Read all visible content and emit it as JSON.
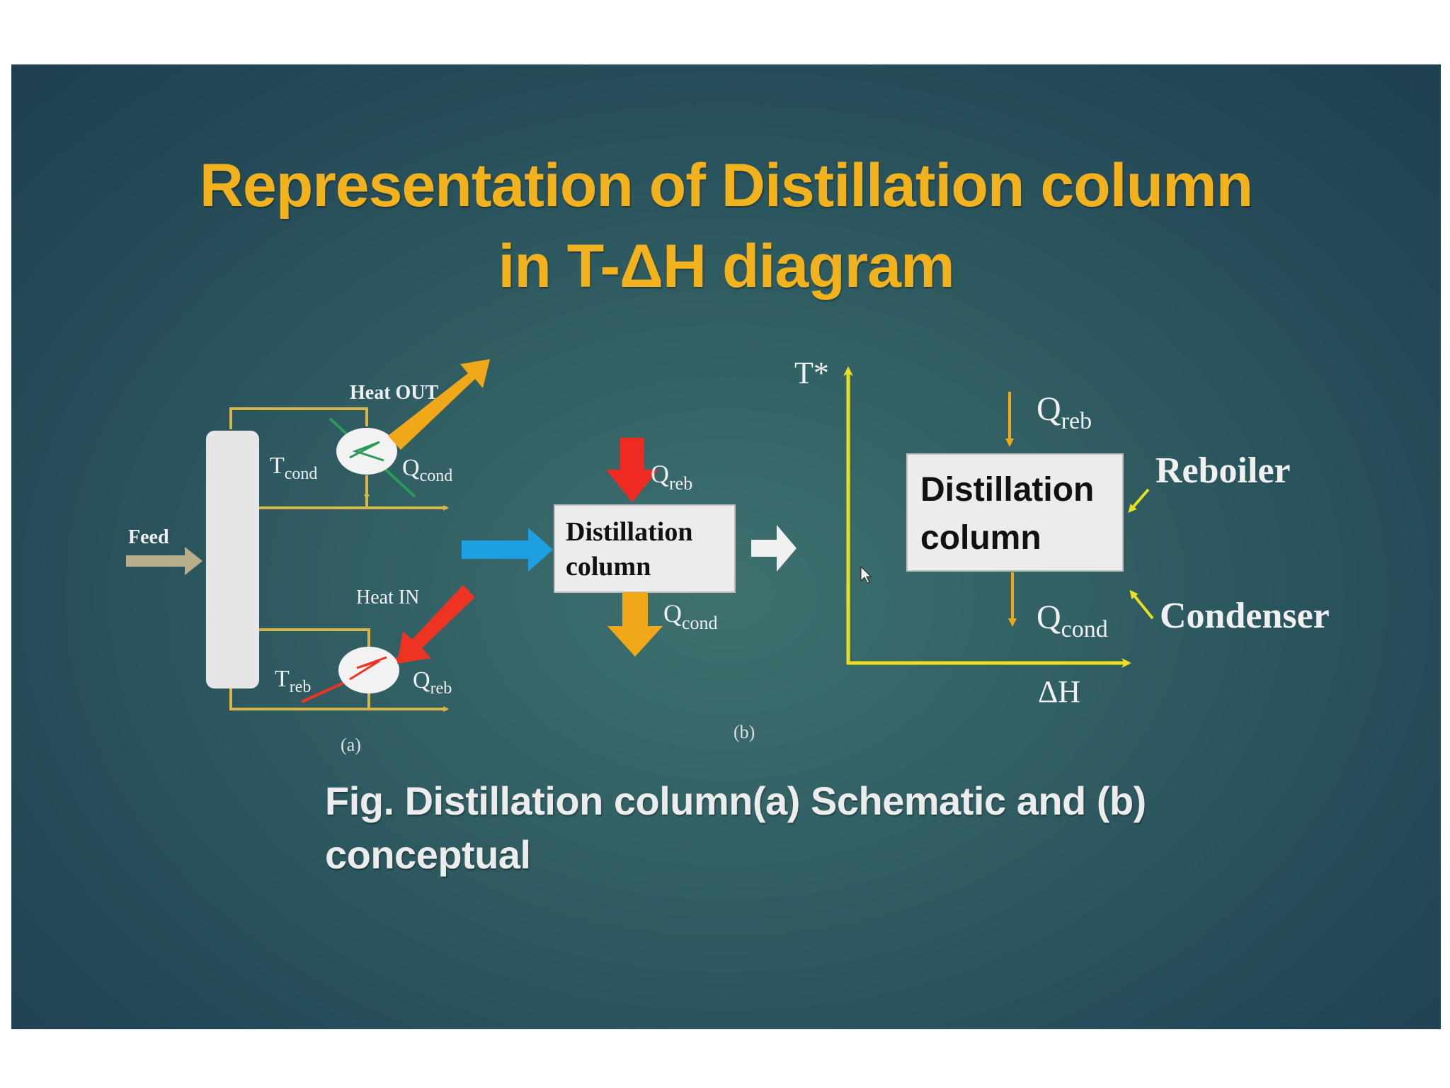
{
  "title": {
    "line1": "Representation of Distillation column",
    "line2": "in T-ΔH diagram"
  },
  "caption": "Fig.  Distillation column(a) Schematic  and (b)\nconceptual",
  "schematic": {
    "heat_out": "Heat OUT",
    "heat_in": "Heat IN",
    "feed": "Feed",
    "t_cond": {
      "main": "T",
      "sub": "cond"
    },
    "q_cond": {
      "main": "Q",
      "sub": "cond"
    },
    "t_reb": {
      "main": "T",
      "sub": "reb"
    },
    "q_reb": {
      "main": "Q",
      "sub": "reb"
    },
    "label": "(a)"
  },
  "conceptual": {
    "box_line1": "Distillation",
    "box_line2": "column",
    "q_reb": {
      "main": "Q",
      "sub": "reb"
    },
    "q_cond": {
      "main": "Q",
      "sub": "cond"
    },
    "label": "(b)"
  },
  "t_dh_diagram": {
    "y_axis": "T*",
    "x_axis": "ΔH",
    "box_line1": "Distillation",
    "box_line2": "column",
    "q_reb": {
      "main": "Q",
      "sub": "reb"
    },
    "q_cond": {
      "main": "Q",
      "sub": "cond"
    },
    "reboiler": "Reboiler",
    "condenser": "Condenser"
  },
  "colors": {
    "title": "#f1b21e",
    "background": "#2f5d62",
    "pipe": "#d8b54a",
    "heat_out_arrow": "#f0a818",
    "heat_in_arrow": "#ee3322",
    "feed_arrow": "#b8ae8c",
    "transfer_arrow": "#1ea0e0",
    "axis": "#e8e020"
  }
}
